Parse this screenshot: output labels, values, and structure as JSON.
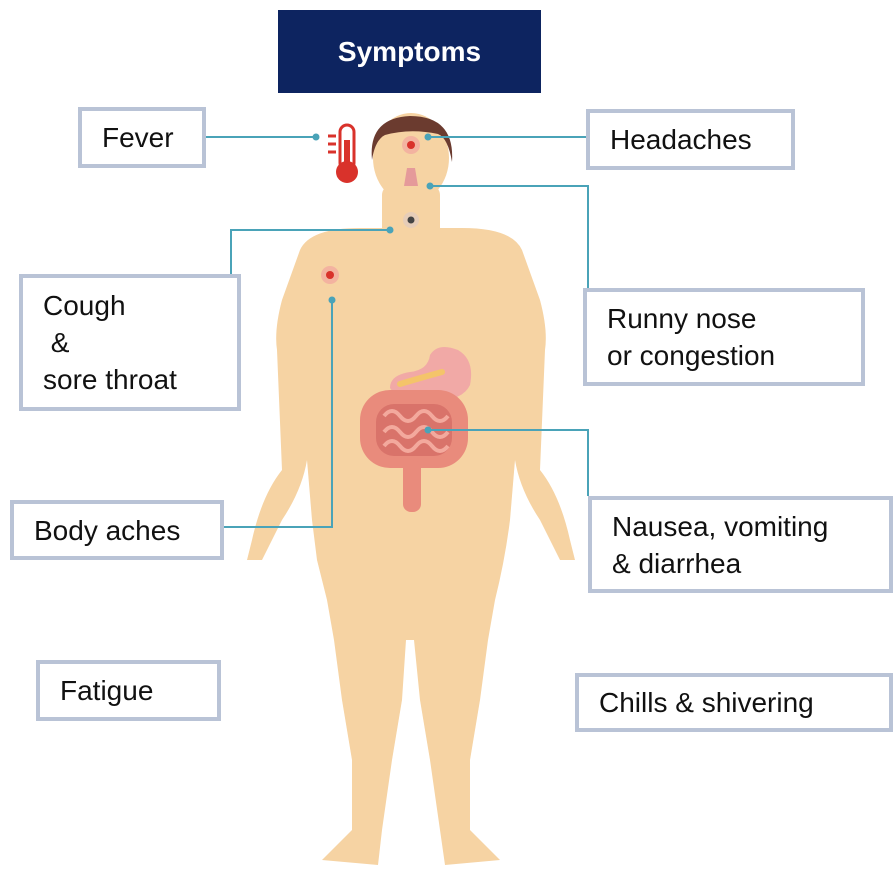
{
  "title": "Symptoms",
  "labels": {
    "fever": "Fever",
    "headaches": "Headaches",
    "cough": "Cough\n &\nsore throat",
    "runny_nose": "Runny nose\nor congestion",
    "body_aches": "Body aches",
    "nausea": "Nausea, vomiting\n& diarrhea",
    "fatigue": "Fatigue",
    "chills": "Chills & shivering"
  },
  "colors": {
    "title_bg": "#0d2460",
    "box_border": "#b9c3d6",
    "skin": "#f6d3a3",
    "hair": "#6b3b2f",
    "connector": "#4aa3b8",
    "intestine": "#e98b7c",
    "stomach": "#f1a9a6",
    "thermometer": "#d9322b"
  },
  "icons": [
    "thermometer-icon",
    "human-body-figure",
    "stomach-icon",
    "intestines-icon",
    "pain-marker-icon"
  ]
}
